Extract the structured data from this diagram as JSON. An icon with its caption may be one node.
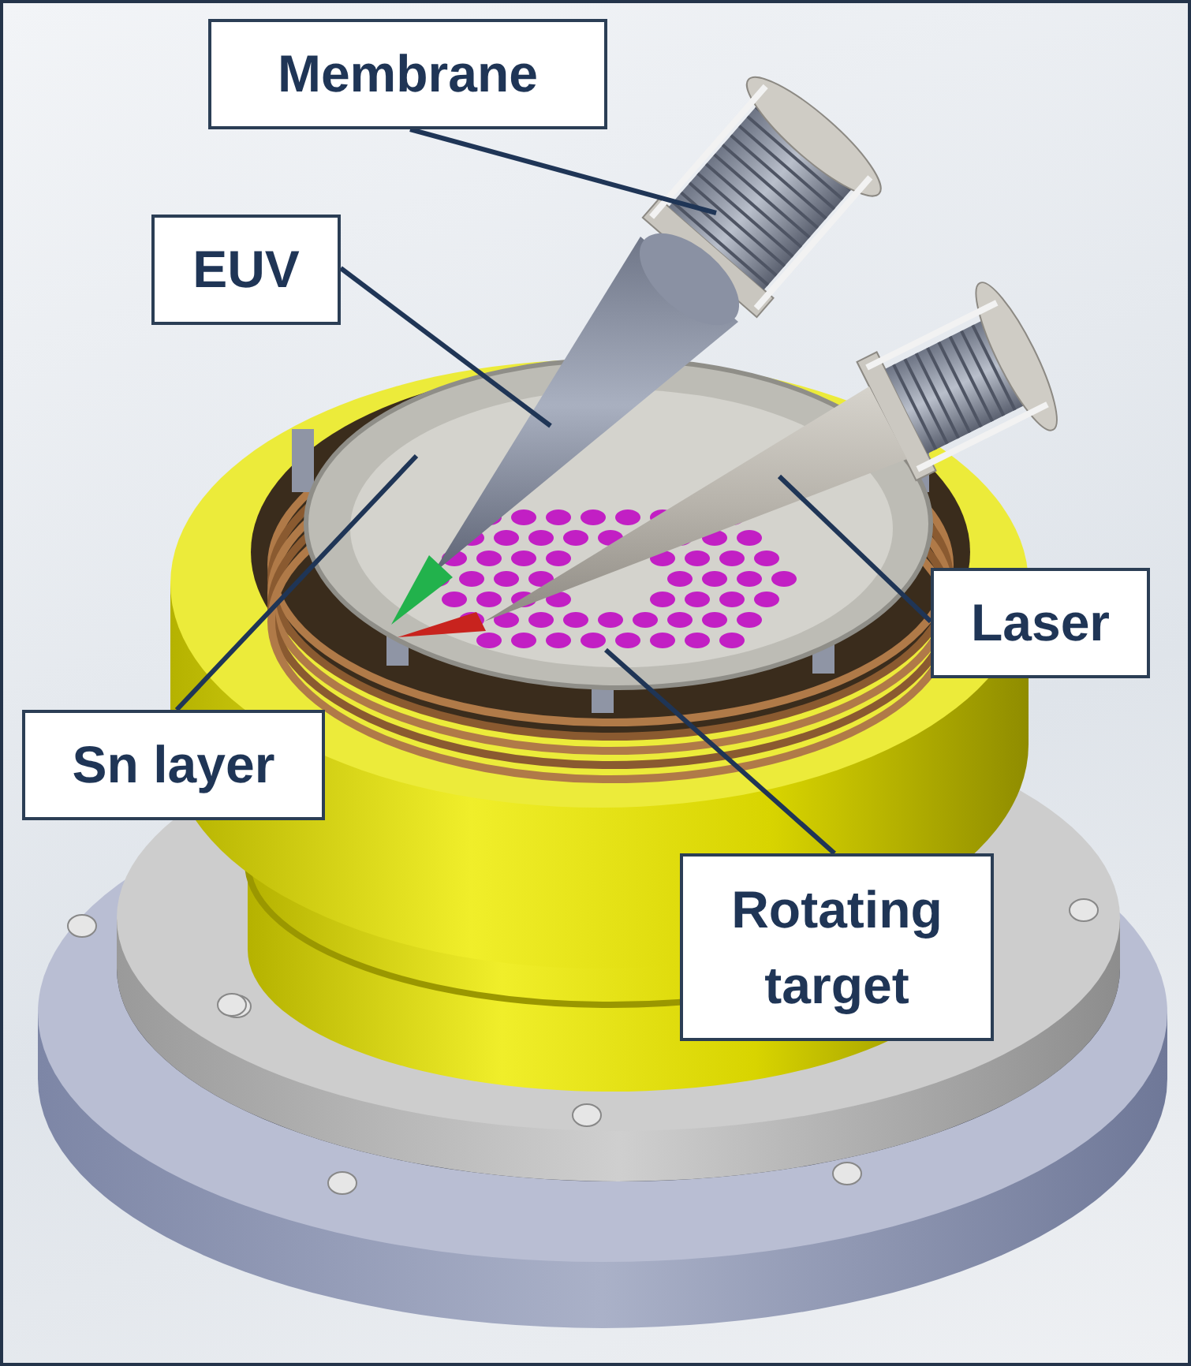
{
  "diagram": {
    "nodes": [
      {
        "text": [
          "Membrane"
        ]
      },
      {
        "text": [],
        "shape": "cylinder"
      },
      {
        "text": [
          "EUV"
        ]
      },
      {
        "text": [],
        "shape": "cone"
      },
      {
        "text": [
          "Laser"
        ]
      },
      {
        "text": [],
        "shape": "cone"
      },
      {
        "text": [
          "Sn layer"
        ]
      },
      {
        "text": [],
        "shape": "ring"
      },
      {
        "text": [
          "Rotating target"
        ]
      },
      {
        "text": [],
        "shape": "circle",
        "in": 7
      }
    ],
    "edges": [
      {
        "from": 0,
        "to": 1,
        "arrow": "none"
      },
      {
        "from": 2,
        "to": 3,
        "arrow": "none"
      },
      {
        "from": 4,
        "to": 5,
        "arrow": "none"
      },
      {
        "from": 6,
        "to": 7,
        "arrow": "none"
      },
      {
        "from": 8,
        "to": 9,
        "arrow": "none"
      }
    ]
  }
}
